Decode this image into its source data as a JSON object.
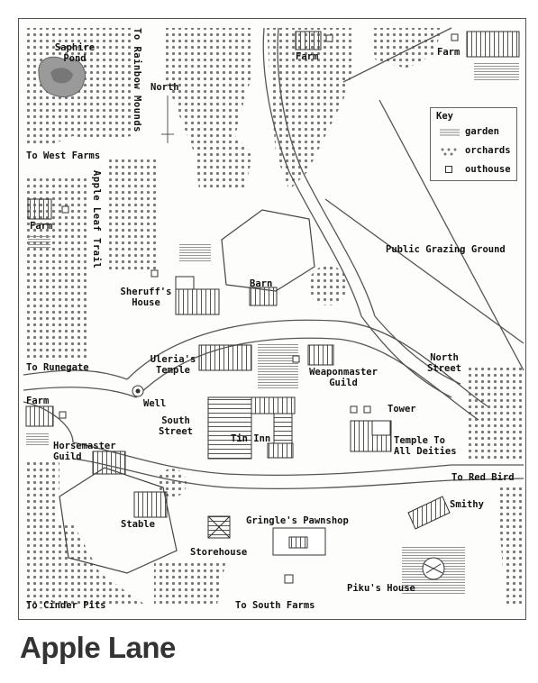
{
  "title": "Apple Lane",
  "labels": {
    "saphire_pond": "Saphire Pond",
    "to_rainbow_mounds": "To Rainbow Mounds",
    "north": "North",
    "farm_north": "Farm",
    "farm_northeast": "Farm",
    "to_west_farms": "To West Farms",
    "apple_leaf_trail": "Apple Leaf Trail",
    "farm_west": "Farm",
    "public_grazing_ground": "Public Grazing Ground",
    "sheruffs_house": "Sheruff's House",
    "barn": "Barn",
    "ulerias_temple": "Uleria's Temple",
    "weaponmaster_guild": "Weaponmaster Guild",
    "north_street": "North Street",
    "to_runegate": "To Runegate",
    "farm_southwest": "Farm",
    "well": "Well",
    "south_street": "South Street",
    "tin_inn": "Tin Inn",
    "tower": "Tower",
    "temple_to_all_deities": "Temple To All Deities",
    "horsemaster_guild": "Horsemaster Guild",
    "to_red_bird": "To Red Bird",
    "smithy": "Smithy",
    "stable": "Stable",
    "gringles_pawnshop": "Gringle's Pawnshop",
    "storehouse": "Storehouse",
    "pikus_house": "Piku's House",
    "to_cinder_pits": "To Cinder Pits",
    "to_south_farms": "To South Farms"
  },
  "key": {
    "title": "Key",
    "items": [
      {
        "label": "garden",
        "symbol": "garden-swatch"
      },
      {
        "label": "orchards",
        "symbol": "orchard-swatch"
      },
      {
        "label": "outhouse",
        "symbol": "outhouse-swatch"
      }
    ]
  },
  "colors": {
    "ink": "#111111",
    "road": "#555555",
    "pond": "#999999",
    "paper": "#fdfdfb"
  }
}
